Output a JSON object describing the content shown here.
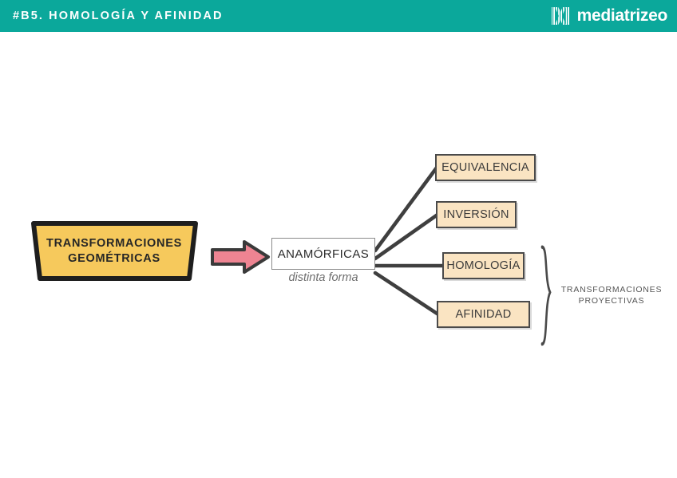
{
  "header": {
    "title": "#B5. HOMOLOGÍA Y AFINIDAD",
    "brand_name": "mediatrizeo",
    "brand_mark": "mediatrizeo-m-logo-icon",
    "bg_color": "#0BA89B",
    "text_color": "#FFFFFF"
  },
  "diagram": {
    "root": {
      "line1": "TRANSFORMACIONES",
      "line2": "GEOMÉTRICAS",
      "fill_color": "#F6C95C",
      "border_color": "#1E1E1E"
    },
    "arrow": {
      "name": "right-arrow-icon",
      "fill_color": "#EE8492",
      "border_color": "#3A3A3A"
    },
    "center": {
      "label": "ANAMÓRFICAS",
      "sublabel": "distinta forma",
      "fill_color": "#FFFFFF",
      "border_color": "#8A8A8A"
    },
    "leaves": [
      {
        "label": "EQUIVALENCIA"
      },
      {
        "label": "INVERSIÓN"
      },
      {
        "label": "HOMOLOGÍA"
      },
      {
        "label": "AFINIDAD"
      }
    ],
    "leaf_fill_color": "#FAE4C2",
    "leaf_border_color": "#4A4A4A",
    "group": {
      "brace": "curly-brace-icon",
      "line1": "TRANSFORMACIONES",
      "line2": "PROYECTIVAS"
    },
    "connector_color": "#3F3F3F"
  }
}
